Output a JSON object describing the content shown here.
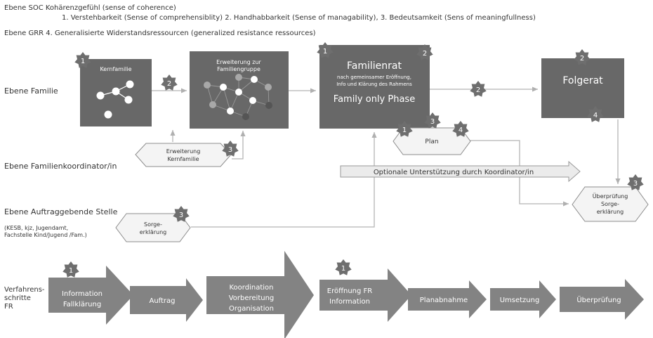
{
  "header": {
    "soc_line1": "Ebene SOC  Kohärenzgefühl (sense of coherence)",
    "soc_line2": "1. Verstehbarkeit (Sense of comprehensiblity) 2. Handhabbarkeit (Sense of managability), 3. Bedeutsamkeit (Sens of meaningfullness)",
    "grr_line": "Ebene GRR  4. Generalisierte Widerstandsressourcen (generalized resistance ressources)"
  },
  "levels": {
    "familie": "Ebene Familie",
    "koordinator": "Ebene Familienkoordinator/in",
    "auftrag": "Ebene Auftraggebende Stelle",
    "auftrag_sub1": "(KESB, kjz, Jugendamt,",
    "auftrag_sub2": "Fachstelle Kind/Jugend /Fam.)"
  },
  "boxes": {
    "kernfamilie": "Kernfamilie",
    "erweiterung_l1": "Erweiterung zur",
    "erweiterung_l2": "Familiengruppe",
    "familienrat_title": "Familienrat",
    "familienrat_s1": "nach gemeinsamer Eröffnung,",
    "familienrat_s2": "Info und Klärung des Rahmens",
    "familienrat_phase": "Family only Phase",
    "folgerat": "Folgerat"
  },
  "hexagons": {
    "erweiterung_l1": "Erweiterung",
    "erweiterung_l2": "Kernfamilie",
    "plan": "Plan",
    "sorge_l1": "Sorge-",
    "sorge_l2": "erklärung",
    "ueberpruefung_l1": "Überprüfung",
    "ueberpruefung_l2": "Sorge-",
    "ueberpruefung_l3": "erklärung"
  },
  "support_arrow": "Optionale Unterstützung durch Koordinator/in",
  "badges": {
    "kern": "1",
    "erw": "2",
    "hex_erw": "3",
    "fr_left": "1",
    "fr_right": "2",
    "fr_arrow": "2",
    "folge_top": "2",
    "folge_bottom": "4",
    "plan_1": "1",
    "plan_3": "3",
    "plan_4": "4",
    "ueber": "3",
    "sorge": "3",
    "proc_1": "1",
    "proc_2": "1"
  },
  "process": {
    "label_l1": "Verfahrens-",
    "label_l2": "schritte",
    "label_l3": "FR",
    "s1_l1": "Information",
    "s1_l2": "Fallklärung",
    "s2": "Auftrag",
    "s3_l1": "Koordination",
    "s3_l2": "Vorbereitung",
    "s3_l3": "Organisation",
    "s4_l1": "Eröffnung FR",
    "s4_l2": "Information",
    "s5": "Planabnahme",
    "s6": "Umsetzung",
    "s7": "Überprüfung"
  },
  "colors": {
    "box": "#686868",
    "box_light": "#7a7a7a",
    "badge": "#6e6e6e",
    "line": "#b5b5b5",
    "arrow": "#838383",
    "support": "#ebebeb"
  }
}
